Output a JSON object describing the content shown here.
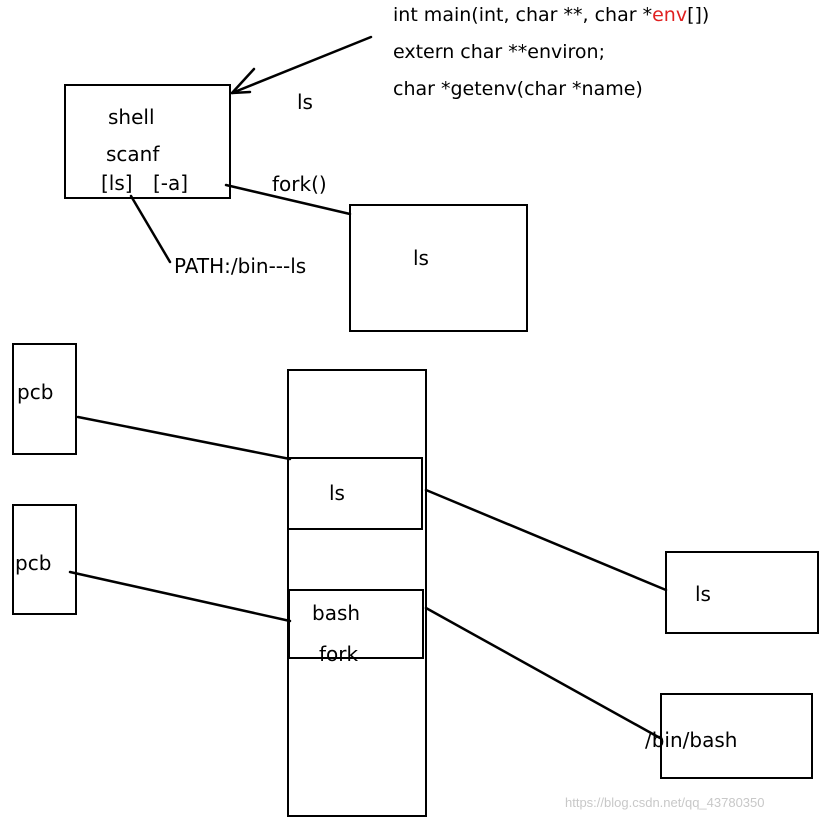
{
  "code_lines": {
    "main_prefix": "int main(int, char **,  char *",
    "main_env": "env",
    "main_suffix": "[])",
    "environ": "extern char **environ;",
    "getenv": "char *getenv(char *name)"
  },
  "colors": {
    "ink": "#000000",
    "highlight": "#e02020",
    "watermark": "#c8c8c8"
  },
  "shell_box": {
    "line1": "shell",
    "line2": "scanf",
    "arg1": "[ls]",
    "arg2": "[-a]"
  },
  "ls_label_top": "ls",
  "fork_label": "fork()",
  "path_label": "PATH:/bin---ls",
  "child_box_label": "ls",
  "pcb_top": "pcb",
  "pcb_bottom": "pcb",
  "memory": {
    "ls_label": "ls",
    "bash_label": "bash",
    "fork_label": "fork"
  },
  "right_ls_label": "ls",
  "bin_bash_label": "/bin/bash",
  "watermark": "https://blog.csdn.net/qq_43780350"
}
